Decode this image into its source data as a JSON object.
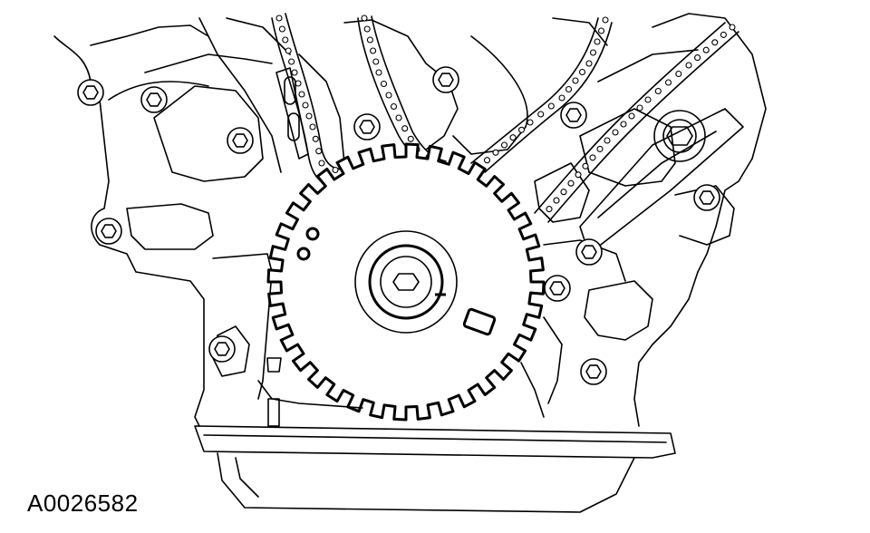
{
  "figure": {
    "code": "A0026582"
  },
  "colors": {
    "ink": "#000000",
    "paper": "#ffffff"
  },
  "icons": {
    "crank_sprocket": "crankshaft-trigger-wheel",
    "timing_chain": "timing-chain",
    "tensioner": "chain-tensioner",
    "oil_pan": "oil-pan",
    "bolts": "hex-bolt"
  }
}
